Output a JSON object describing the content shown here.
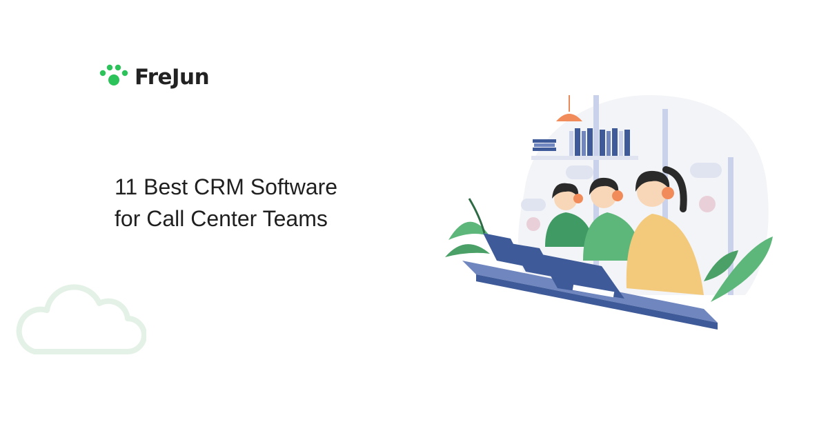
{
  "brand": {
    "name": "FreJun",
    "logo_icon": "paw-dots-icon",
    "accent_color": "#2bc35a",
    "text_color": "#222222"
  },
  "headline": {
    "line1": "11 Best CRM Software",
    "line2": "for Call Center Teams"
  },
  "decor": {
    "cloud_icon": "cloud-outline-icon",
    "cloud_color": "#e3f1e6"
  },
  "illustration": {
    "subject": "call-center-agents-illustration",
    "palette": [
      "#c9d2ea",
      "#3e5a98",
      "#5db77a",
      "#f3c97c",
      "#f28b5a",
      "#2a2a2a"
    ]
  }
}
